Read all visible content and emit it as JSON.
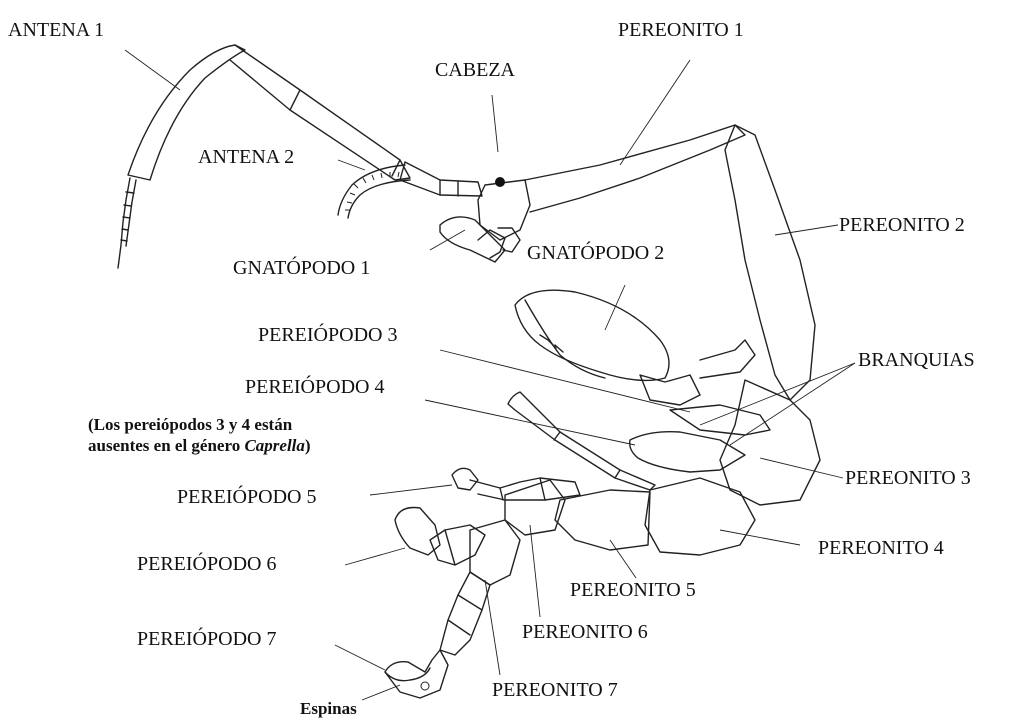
{
  "labels": {
    "antena1": "ANTENA 1",
    "antena2": "ANTENA 2",
    "cabeza": "CABEZA",
    "gnatopodo1": "GNATÓPODO 1",
    "gnatopodo2": "GNATÓPODO 2",
    "pereonito1": "PEREONITO 1",
    "pereonito2": "PEREONITO 2",
    "pereonito3": "PEREONITO 3",
    "pereonito4": "PEREONITO 4",
    "pereonito5": "PEREONITO 5",
    "pereonito6": "PEREONITO 6",
    "pereonito7": "PEREONITO 7",
    "pereiopodo3": "PEREIÓPODO 3",
    "pereiopodo4": "PEREIÓPODO 4",
    "pereiopodo5": "PEREIÓPODO 5",
    "pereiopodo6": "PEREIÓPODO 6",
    "pereiopodo7": "PEREIÓPODO 7",
    "branquias": "BRANQUIAS",
    "espinas": "Espinas"
  },
  "note": {
    "line1": "(Los pereiópodos 3 y 4 están",
    "line2_prefix": "ausentes en el género ",
    "line2_genus": "Caprella",
    "line2_suffix": ")"
  }
}
